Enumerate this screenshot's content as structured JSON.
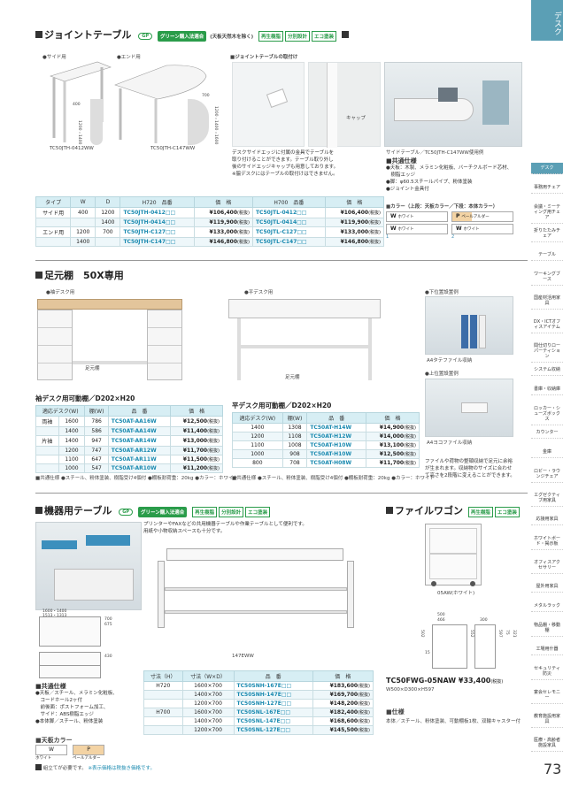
{
  "sidebar": {
    "header": "デスク",
    "items": [
      "デスク",
      "事務用チェア",
      "会議・ミーティング用チェア",
      "折りたたみチェア",
      "テーブル",
      "ワーキングブース",
      "国産材活用家具",
      "DX・ICTオフィスアイテム",
      "間仕切りローパーティション",
      "システム収納",
      "書庫・収納庫",
      "ロッカー・シューズボックス",
      "カウンター",
      "金庫",
      "ロビー・ラウンジチェア",
      "エグゼクティブ用家具",
      "応接用家具",
      "ホワイトボード・掲示板",
      "オフィスアクセサリー",
      "屋外用家具",
      "メタルラック",
      "物品棚・移動棚",
      "工場用什器",
      "セキュリティ防災",
      "宴会セレモニー",
      "教育施設用家具",
      "医療・高齢者施設家具"
    ],
    "page_number": "73"
  },
  "joint": {
    "title": "ジョイントテーブル",
    "tag_green": "グリーン購入法適合",
    "tag_note": "(天板天然木を除く)",
    "tags": [
      "再生樹脂",
      "分別設計",
      "エコ塗装"
    ],
    "side_label": "●サイド用",
    "end_label": "●エンド用",
    "side_code": "TC50JTH-0412WW",
    "end_code": "TC50JTH-C147WW",
    "dim_400": "400",
    "dim_1200": "1200・1400",
    "dim_700": "700",
    "dim_1200b": "1200・1400・1600",
    "mount_title": "■ジョイントテーブルの取付け",
    "cap_label": "キャップ",
    "mount_text": [
      "デスクサイドエッジに付属の金具でテーブルを",
      "取り付けることができます。テーブル取り外し",
      "後のサイドエッジキャップも用意しております。",
      "※脇デスクにはテーブルの取付けはできません。"
    ],
    "photo_caption": "サイドテーブル／TC50JTH-C147WW使用例",
    "common_title": "■共通仕様",
    "common": [
      "●天板：木製、メラミン化粧板、バーチクルボード芯材、",
      "　樹脂エッジ",
      "●脚：φ60.5スチールパイプ、粉体塗装",
      "●ジョイント金具付"
    ],
    "color_title": "■カラー（上段：天板カラー／下段：本体カラー）",
    "colors": [
      {
        "top": "W",
        "top_name": "ホワイト",
        "bottom": "W",
        "bottom_name": "ホワイト",
        "num": "1"
      },
      {
        "top": "P",
        "top_name": "ペールアルダー",
        "bottom": "W",
        "bottom_name": "ホワイト",
        "num": "2"
      }
    ],
    "table_head": [
      "タイプ",
      "W",
      "D",
      "H720　品番",
      "価　格",
      "H700　品番",
      "価　格"
    ],
    "rows": [
      {
        "type": "サイド用",
        "w": "400",
        "d": "1200",
        "c1": "TC50JTH-0412□□",
        "p1": "¥106,400",
        "c2": "TC50JTL-0412□□",
        "p2": "¥106,400"
      },
      {
        "type": "",
        "w": "",
        "d": "1400",
        "c1": "TC50JTH-0414□□",
        "p1": "¥119,900",
        "c2": "TC50JTL-0414□□",
        "p2": "¥119,900"
      },
      {
        "type": "エンド用",
        "w": "1200",
        "d": "700",
        "c1": "TC50JTH-C127□□",
        "p1": "¥133,000",
        "c2": "TC50JTL-C127□□",
        "p2": "¥133,000"
      },
      {
        "type": "",
        "w": "1400",
        "d": "",
        "c1": "TC50JTH-C147□□",
        "p1": "¥146,800",
        "c2": "TC50JTL-C147□□",
        "p2": "¥146,800"
      }
    ],
    "tax": "(税抜)"
  },
  "foot": {
    "title": "足元棚　50X専用",
    "sode_label": "●袖デスク用",
    "hira_label": "●平デスク用",
    "shelf_label": "足元棚",
    "shita_label": "●下位置設置例",
    "ue_label": "●上位置設置例",
    "a4_caption": "A4タテファイル収納",
    "a4b_caption": "A4ヨコファイル収納",
    "sode_table_title": "袖デスク用可動棚／D202×H20",
    "sode_head": [
      "適応デスク(W)",
      "棚(W)",
      "品　番",
      "価　格"
    ],
    "sode_rows": [
      {
        "type": "両袖",
        "a": "1600",
        "b": "786",
        "code": "TC50AT-AA16W",
        "price": "¥12,500"
      },
      {
        "type": "",
        "a": "1400",
        "b": "586",
        "code": "TC50AT-AA14W",
        "price": "¥11,400"
      },
      {
        "type": "片袖",
        "a": "1400",
        "b": "947",
        "code": "TC50AT-AR14W",
        "price": "¥13,000"
      },
      {
        "type": "",
        "a": "1200",
        "b": "747",
        "code": "TC50AT-AR12W",
        "price": "¥11,700"
      },
      {
        "type": "",
        "a": "1100",
        "b": "647",
        "code": "TC50AT-AR11W",
        "price": "¥11,500"
      },
      {
        "type": "",
        "a": "1000",
        "b": "547",
        "code": "TC50AT-AR10W",
        "price": "¥11,200"
      }
    ],
    "hira_table_title": "平デスク用可動棚／D202×H20",
    "hira_head": [
      "適応デスク(W)",
      "棚(W)",
      "品　番",
      "価　格"
    ],
    "hira_rows": [
      {
        "a": "1400",
        "b": "1308",
        "code": "TC50AT-H14W",
        "price": "¥14,900"
      },
      {
        "a": "1200",
        "b": "1108",
        "code": "TC50AT-H12W",
        "price": "¥14,000"
      },
      {
        "a": "1100",
        "b": "1008",
        "code": "TC50AT-H10W",
        "price": "¥13,100"
      },
      {
        "a": "1000",
        "b": "908",
        "code": "TC50AT-H10W",
        "price": "¥12,500"
      },
      {
        "a": "800",
        "b": "708",
        "code": "TC50AT-H08W",
        "price": "¥11,700"
      }
    ],
    "common_note": "■共通仕様 ●スチール、粉体塗装、樹脂受け4個付 ●棚板耐荷重：20kg ●カラー：ホワイト",
    "side_text": [
      "ファイルや荷物の整頓収納で足元に余裕",
      "が生まれます。収納物のサイズに合わせ",
      "て高さを2段階に変えることができます。"
    ]
  },
  "equip": {
    "title": "機器用テーブル",
    "tag_green": "グリーン購入法適合",
    "tags": [
      "再生樹脂",
      "分別設計",
      "エコ塗装"
    ],
    "desc": [
      "プリンターやFAXなどの共用機器テーブルや作業テーブルとして便利です。",
      "用紙や小物収納スペースも十分です。"
    ],
    "img_code": "147EWW",
    "dims": [
      "1600・1400",
      "1513・1313",
      "700",
      "675",
      "430"
    ],
    "common_title": "■共通仕様",
    "common": [
      "●天板／スチール、メラミン化粧板、",
      "　コードホール2ヶ付",
      "　前後面：ポストフォーム加工、",
      "　サイド：ABS樹脂エッジ",
      "●本体脚／スチール、粉体塗装"
    ],
    "color_title": "■天板カラー",
    "colors": [
      {
        "code": "W",
        "name": "ホワイト"
      },
      {
        "code": "P",
        "name": "ペールアルダー"
      }
    ],
    "table_head": [
      "寸法（H）",
      "寸法（W×D）",
      "品　番",
      "価　格"
    ],
    "rows": [
      {
        "h": "H720",
        "wd": "1600×700",
        "code": "TC50SNH-167E□□",
        "price": "¥183,600"
      },
      {
        "h": "",
        "wd": "1400×700",
        "code": "TC50SNH-147E□□",
        "price": "¥169,700"
      },
      {
        "h": "",
        "wd": "1200×700",
        "code": "TC50SNH-127E□□",
        "price": "¥148,200"
      },
      {
        "h": "H700",
        "wd": "1600×700",
        "code": "TC50SNL-167E□□",
        "price": "¥182,400"
      },
      {
        "h": "",
        "wd": "1400×700",
        "code": "TC50SNL-147E□□",
        "price": "¥168,600"
      },
      {
        "h": "",
        "wd": "1200×700",
        "code": "TC50SNL-127E□□",
        "price": "¥145,500"
      }
    ]
  },
  "wagon": {
    "title": "ファイルワゴン",
    "tags": [
      "再生樹脂",
      "エコ塗装"
    ],
    "img_caption": "05AW(ホワイト)",
    "dims": [
      "500",
      "466",
      "300",
      "502",
      "15",
      "552",
      "597",
      "75",
      "321"
    ],
    "code": "TC50FWG-05NAW",
    "price": "¥33,400",
    "tax": "(税抜)",
    "size": "W500×D300×H597",
    "spec_title": "■仕様",
    "spec": "本体／スチール、粉体塗装、可動棚板1枚、双輪キャスター付"
  },
  "footer": {
    "assembly": "組立てが必要です。",
    "note": "※表示価格は税抜き価格です。"
  }
}
